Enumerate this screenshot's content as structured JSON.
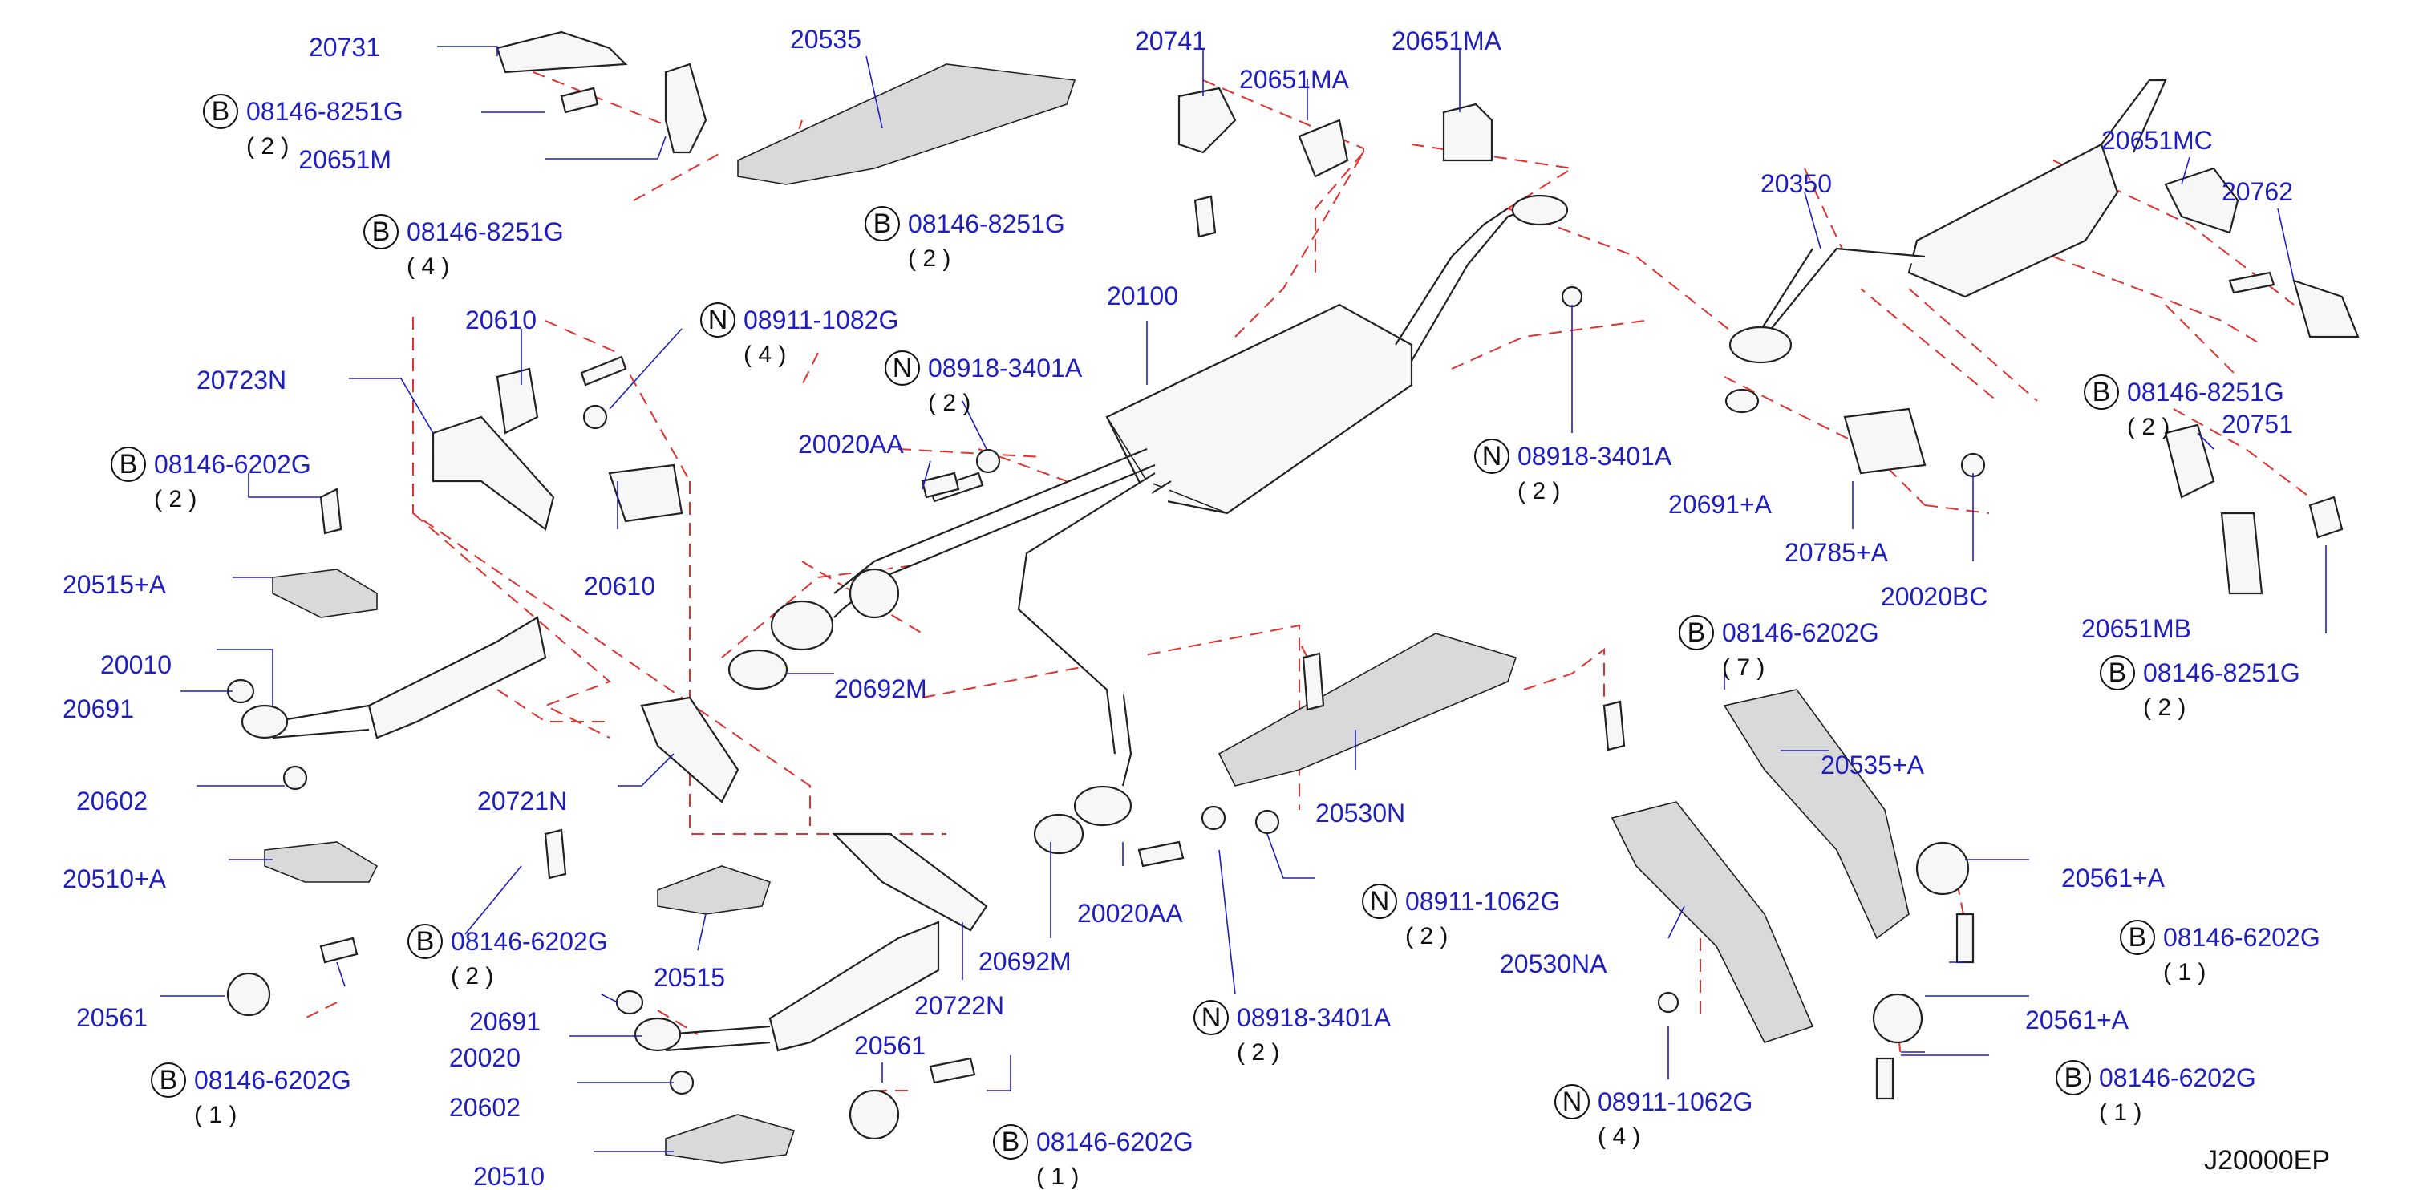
{
  "diagram": {
    "code": "J20000EP",
    "callouts": [
      {
        "id": "c-20731",
        "part": "20731"
      },
      {
        "id": "c-08146-8251G-a",
        "letter": "B",
        "part": "08146-8251G",
        "qty": "( 2 )"
      },
      {
        "id": "c-20651M",
        "part": "20651M"
      },
      {
        "id": "c-20535",
        "part": "20535"
      },
      {
        "id": "c-08146-8251G-b",
        "letter": "B",
        "part": "08146-8251G",
        "qty": "( 2 )"
      },
      {
        "id": "c-08146-8251G-c",
        "letter": "B",
        "part": "08146-8251G",
        "qty": "( 4 )"
      },
      {
        "id": "c-20741",
        "part": "20741"
      },
      {
        "id": "c-20651MA-a",
        "part": "20651MA"
      },
      {
        "id": "c-20651MA-b",
        "part": "20651MA"
      },
      {
        "id": "c-20350",
        "part": "20350"
      },
      {
        "id": "c-20651MC",
        "part": "20651MC"
      },
      {
        "id": "c-20762",
        "part": "20762"
      },
      {
        "id": "c-20610-a",
        "part": "20610"
      },
      {
        "id": "c-08911-1082G",
        "letter": "N",
        "part": "08911-1082G",
        "qty": "( 4 )"
      },
      {
        "id": "c-20723N",
        "part": "20723N"
      },
      {
        "id": "c-08146-6202G-a",
        "letter": "B",
        "part": "08146-6202G",
        "qty": "( 2 )"
      },
      {
        "id": "c-20100",
        "part": "20100"
      },
      {
        "id": "c-08918-3401A-a",
        "letter": "N",
        "part": "08918-3401A",
        "qty": "( 2 )"
      },
      {
        "id": "c-20020AA-a",
        "part": "20020AA"
      },
      {
        "id": "c-08918-3401A-b",
        "letter": "N",
        "part": "08918-3401A",
        "qty": "( 2 )"
      },
      {
        "id": "c-08146-8251G-d",
        "letter": "B",
        "part": "08146-8251G",
        "qty": "( 2 )"
      },
      {
        "id": "c-20751",
        "part": "20751"
      },
      {
        "id": "c-20691A",
        "part": "20691+A"
      },
      {
        "id": "c-20785A",
        "part": "20785+A"
      },
      {
        "id": "c-20515A",
        "part": "20515+A"
      },
      {
        "id": "c-20610-b",
        "part": "20610"
      },
      {
        "id": "c-20020BC",
        "part": "20020BC"
      },
      {
        "id": "c-20651MB",
        "part": "20651MB"
      },
      {
        "id": "c-08146-6202G-b",
        "letter": "B",
        "part": "08146-6202G",
        "qty": "( 7 )"
      },
      {
        "id": "c-08146-8251G-e",
        "letter": "B",
        "part": "08146-8251G",
        "qty": "( 2 )"
      },
      {
        "id": "c-20010",
        "part": "20010"
      },
      {
        "id": "c-20691-a",
        "part": "20691"
      },
      {
        "id": "c-20692M-a",
        "part": "20692M"
      },
      {
        "id": "c-20535A",
        "part": "20535+A"
      },
      {
        "id": "c-20602-a",
        "part": "20602"
      },
      {
        "id": "c-20721N",
        "part": "20721N"
      },
      {
        "id": "c-20530N",
        "part": "20530N"
      },
      {
        "id": "c-20510A",
        "part": "20510+A"
      },
      {
        "id": "c-20561A-a",
        "part": "20561+A"
      },
      {
        "id": "c-08146-6202G-c",
        "letter": "B",
        "part": "08146-6202G",
        "qty": "( 2 )"
      },
      {
        "id": "c-08911-1062G-a",
        "letter": "N",
        "part": "08911-1062G",
        "qty": "( 2 )"
      },
      {
        "id": "c-20020AA-b",
        "part": "20020AA"
      },
      {
        "id": "c-20692M-b",
        "part": "20692M"
      },
      {
        "id": "c-08146-6202G-d",
        "letter": "B",
        "part": "08146-6202G",
        "qty": "( 1 )"
      },
      {
        "id": "c-20530NA",
        "part": "20530NA"
      },
      {
        "id": "c-20515",
        "part": "20515"
      },
      {
        "id": "c-20561-a",
        "part": "20561"
      },
      {
        "id": "c-20722N",
        "part": "20722N"
      },
      {
        "id": "c-20691-b",
        "part": "20691"
      },
      {
        "id": "c-08918-3401A-c",
        "letter": "N",
        "part": "08918-3401A",
        "qty": "( 2 )"
      },
      {
        "id": "c-20561A-b",
        "part": "20561+A"
      },
      {
        "id": "c-20020",
        "part": "20020"
      },
      {
        "id": "c-08146-6202G-e",
        "letter": "B",
        "part": "08146-6202G",
        "qty": "( 1 )"
      },
      {
        "id": "c-20561-b",
        "part": "20561"
      },
      {
        "id": "c-08146-6202G-f",
        "letter": "B",
        "part": "08146-6202G",
        "qty": "( 1 )"
      },
      {
        "id": "c-08911-1062G-b",
        "letter": "N",
        "part": "08911-1062G",
        "qty": "( 4 )"
      },
      {
        "id": "c-20602-b",
        "part": "20602"
      },
      {
        "id": "c-08146-6202G-g",
        "letter": "B",
        "part": "08146-6202G",
        "qty": "( 1 )"
      },
      {
        "id": "c-20510",
        "part": "20510"
      }
    ]
  }
}
